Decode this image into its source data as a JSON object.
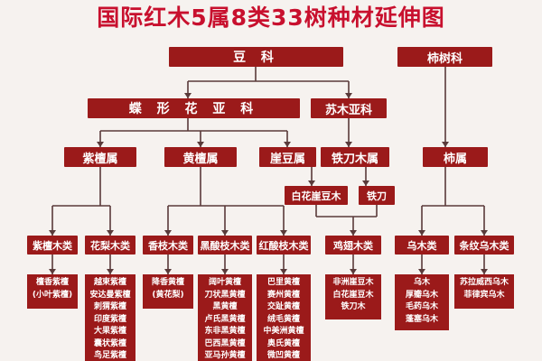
{
  "title": "国际红木5属8类33树种材延伸图",
  "level1": {
    "douke": "豆 科",
    "shishuke": "柿树科"
  },
  "level2": {
    "diexing": "蝶 形 花 亚 科",
    "sumu": "苏木亚科"
  },
  "genera": {
    "zitan": "紫檀属",
    "huangtan": "黄檀属",
    "yadou": "崖豆属",
    "tiedaomu": "铁刀木属",
    "shi": "柿属"
  },
  "sub_genera": {
    "baihua": "白花崖豆木",
    "tiedao": "铁刀"
  },
  "classes": {
    "zitanmu": "紫檀木类",
    "huali": "花梨木类",
    "xiangzhi": "香枝木类",
    "heisuanzhi": "黑酸枝木类",
    "hongsuanzhi": "红酸枝木类",
    "jichi": "鸡翅木类",
    "wumu": "乌木类",
    "tiaowen": "条纹乌木类"
  },
  "species": {
    "zitanmu": [
      "檀香紫檀",
      "(小叶紫檀)"
    ],
    "huali": [
      "越柬紫檀",
      "安达曼紫檀",
      "刺猬紫檀",
      "印度紫檀",
      "大果紫檀",
      "囊状紫檀",
      "鸟足紫檀"
    ],
    "xiangzhi": [
      "降香黄檀",
      "(黄花梨)"
    ],
    "heisuanzhi": [
      "阔叶黄檀",
      "刀状黑黄檀",
      "黑黄檀",
      "卢氏黑黄檀",
      "东非黑黄檀",
      "巴西黑黄檀",
      "亚马孙黄檀"
    ],
    "hongsuanzhi": [
      "巴里黄檀",
      "赛州黄檀",
      "交趾黄檀",
      "绒毛黄檀",
      "中美洲黄檀",
      "奥氏黄檀",
      "微凹黄檀"
    ],
    "jichi": [
      "非洲崖豆木",
      "白花崖豆木",
      "铁刀木"
    ],
    "wumu": [
      "乌木",
      "厚瓣乌木",
      "毛药乌木",
      "蓬塞乌木"
    ],
    "tiaowen": [
      "苏拉威西乌木",
      "菲律宾乌木"
    ]
  },
  "colors": {
    "box": "#9b1a1a",
    "title": "#c8102e",
    "line": "#5a3a3a",
    "background": "#f6f2ef"
  }
}
